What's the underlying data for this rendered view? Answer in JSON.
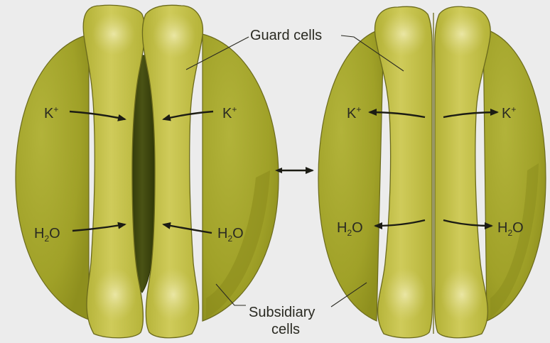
{
  "labels": {
    "guard_cells": "Guard cells",
    "subsidiary_line1": "Subsidiary",
    "subsidiary_line2": "cells",
    "k_plus_main": "K",
    "k_plus_sup": "+",
    "h2o_h": "H",
    "h2o_sub": "2",
    "h2o_o": "O"
  },
  "states": [
    {
      "name": "open",
      "flow": "into guard cells",
      "pore": "open"
    },
    {
      "name": "closed",
      "flow": "out of guard cells",
      "pore": "closed"
    }
  ],
  "colors": {
    "background": "#ececec",
    "subsidiary_cell": "#a0a128",
    "guard_cell": "#c2c046",
    "guard_highlight": "#ddd886",
    "pore": "#3f4710",
    "outline": "#6b6a1c",
    "arrow": "#1c1c14"
  }
}
